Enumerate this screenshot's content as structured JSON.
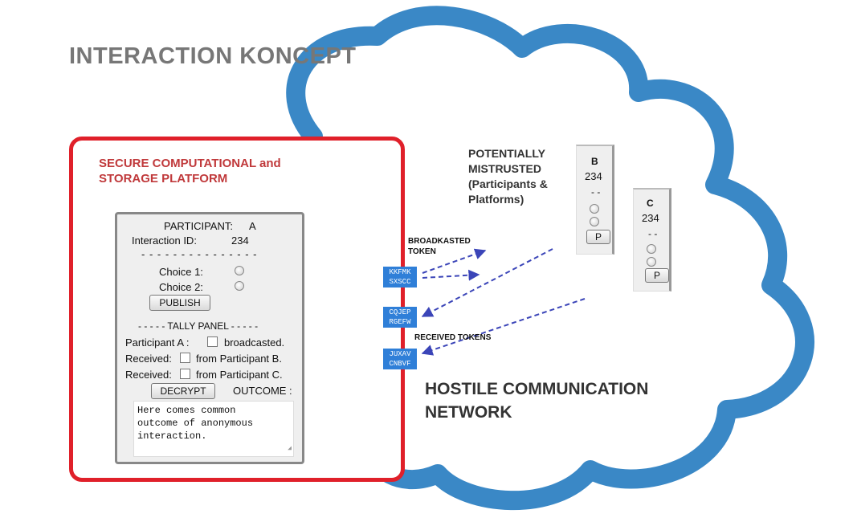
{
  "title": "INTERACTION KONCEPT",
  "platform": {
    "title_line1": "SECURE COMPUTATIONAL and",
    "title_line2": "STORAGE PLATFORM"
  },
  "panel": {
    "participant_label": "PARTICIPANT:",
    "participant_value": "A",
    "interaction_label": "Interaction ID:",
    "interaction_value": "234",
    "separator": "- - - - - - - - - - - - - - -",
    "choice1": "Choice 1:",
    "choice2": "Choice 2:",
    "publish": "PUBLISH",
    "tally_header": "- - - - -  TALLY PANEL  - - - - -",
    "row1_label": "Participant A :",
    "row1_suffix": "broadcasted.",
    "row2_label": "Received:",
    "row2_suffix": "from Participant B.",
    "row3_label": "Received:",
    "row3_suffix": "from Participant C.",
    "decrypt": "DECRYPT",
    "outcome_label": "OUTCOME :",
    "outcome_text": "Here comes common\noutcome of anonymous\ninteraction."
  },
  "tokens": [
    {
      "line1": "KKFMK",
      "line2": "SXSCC"
    },
    {
      "line1": "CQJEP",
      "line2": "RGEFW"
    },
    {
      "line1": "JUXAV",
      "line2": "CNBVF"
    }
  ],
  "broadcasted_label_line1": "BROADKASTED",
  "broadcasted_label_line2": "TOKEN",
  "received_label": "RECEIVED TOKENS",
  "mistrusted": {
    "line1": "POTENTIALLY",
    "line2": "MISTRUSTED",
    "line3": "(Participants &",
    "line4": "Platforms)"
  },
  "cards": [
    {
      "participant": "B",
      "id": "234",
      "dashes": "- -",
      "button": "P"
    },
    {
      "participant": "C",
      "id": "234",
      "dashes": "- -",
      "button": "P"
    }
  ],
  "hostile_line1": "HOSTILE COMMUNICATION",
  "hostile_line2": "NETWORK",
  "colors": {
    "cloud": "#3a88c6",
    "platform_border": "#e0202a",
    "token": "#2f7fd8",
    "arrow": "#3b45b8"
  }
}
